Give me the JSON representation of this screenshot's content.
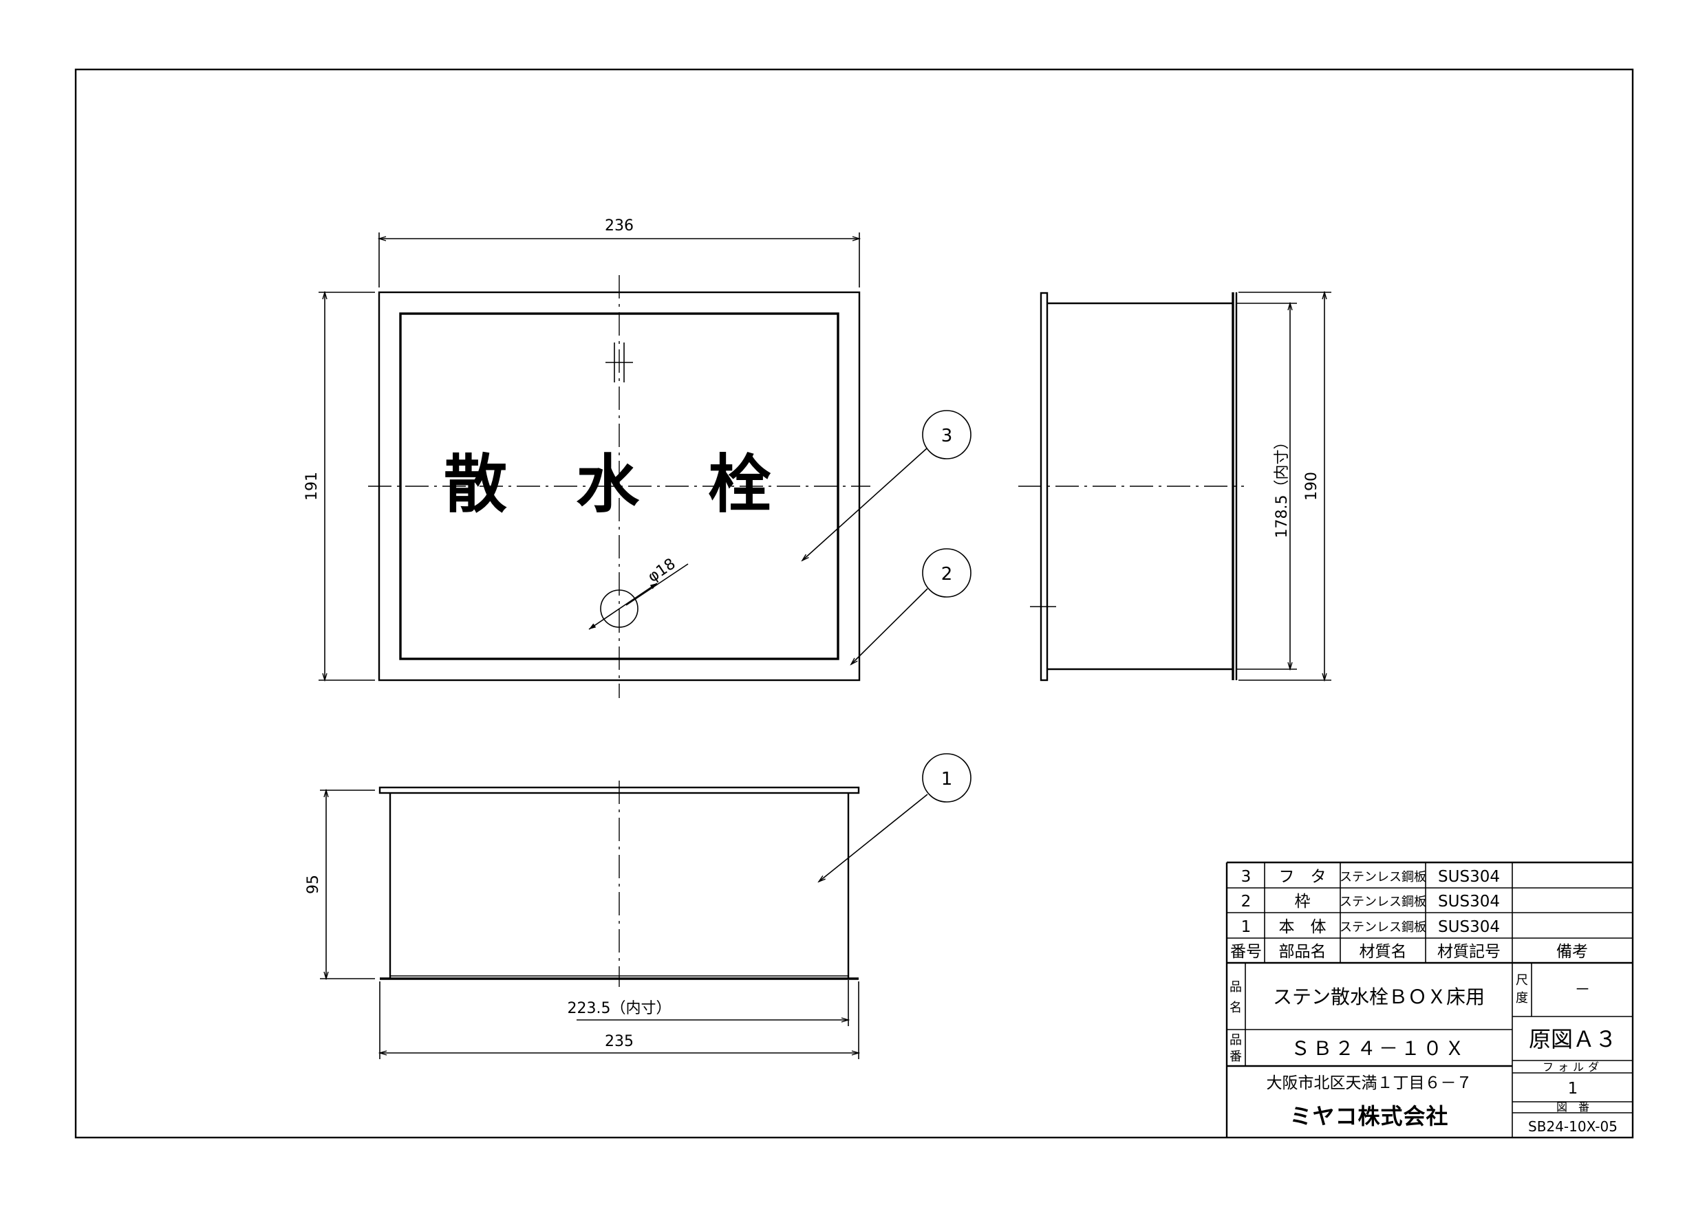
{
  "label": {
    "lid_text": "散 水 栓"
  },
  "dimensions": {
    "top_width": "236",
    "left_height": "191",
    "hole_dia": "φ18",
    "side_inner": "178.5（内寸）",
    "side_outer": "190",
    "front_height": "95",
    "bottom_inner": "223.5（内寸）",
    "bottom_outer": "235"
  },
  "balloons": [
    "3",
    "2",
    "1"
  ],
  "parts_table": {
    "rows": [
      {
        "no": "3",
        "name": "フ　タ",
        "material": "ステンレス鋼板",
        "code": "SUS304",
        "note": ""
      },
      {
        "no": "2",
        "name": "枠",
        "material": "ステンレス鋼板",
        "code": "SUS304",
        "note": ""
      },
      {
        "no": "1",
        "name": "本　体",
        "material": "ステンレス鋼板",
        "code": "SUS304",
        "note": ""
      }
    ],
    "headers": {
      "no": "番号",
      "name": "部品名",
      "material": "材質名",
      "code": "材質記号",
      "note": "備考"
    }
  },
  "title_block": {
    "product_name_label_1": "品",
    "product_name_label_2": "名",
    "product_name": "ステン散水栓ＢＯＸ床用",
    "scale_label_1": "尺",
    "scale_label_2": "度",
    "scale_value": "－",
    "product_no_label_1": "品",
    "product_no_label_2": "番",
    "product_no": "ＳＢ２４－１０Ｘ",
    "original": "原図Ａ３",
    "folder_label": "フォルダ",
    "folder_value": "1",
    "drawing_no_label": "図　番",
    "drawing_no": "SB24-10X-05",
    "address": "大阪市北区天満１丁目６－７",
    "company": "ミヤコ株式会社"
  }
}
